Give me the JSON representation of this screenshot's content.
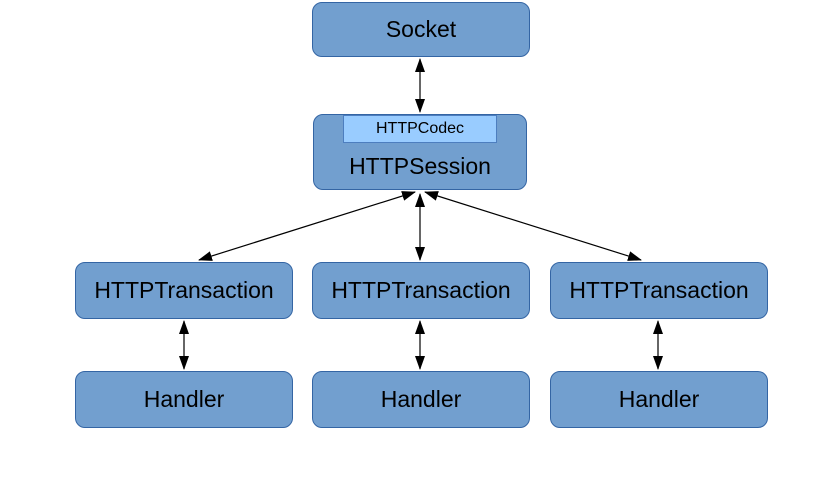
{
  "diagram": {
    "nodes": {
      "socket": {
        "label": "Socket"
      },
      "http_codec": {
        "label": "HTTPCodec"
      },
      "http_session": {
        "label": "HTTPSession"
      },
      "http_transaction_1": {
        "label": "HTTPTransaction"
      },
      "http_transaction_2": {
        "label": "HTTPTransaction"
      },
      "http_transaction_3": {
        "label": "HTTPTransaction"
      },
      "handler_1": {
        "label": "Handler"
      },
      "handler_2": {
        "label": "Handler"
      },
      "handler_3": {
        "label": "Handler"
      }
    },
    "edges": [
      {
        "from": "socket",
        "to": "http_session",
        "style": "bidirectional-arrow"
      },
      {
        "from": "http_session",
        "to": "http_transaction_1",
        "style": "bidirectional-arrow"
      },
      {
        "from": "http_session",
        "to": "http_transaction_2",
        "style": "bidirectional-arrow"
      },
      {
        "from": "http_session",
        "to": "http_transaction_3",
        "style": "bidirectional-arrow"
      },
      {
        "from": "http_transaction_1",
        "to": "handler_1",
        "style": "bidirectional-arrow"
      },
      {
        "from": "http_transaction_2",
        "to": "handler_2",
        "style": "bidirectional-arrow"
      },
      {
        "from": "http_transaction_3",
        "to": "handler_3",
        "style": "bidirectional-arrow"
      }
    ],
    "colors": {
      "node_fill": "#729fcf",
      "node_border": "#3465a4",
      "codec_fill": "#99ccff",
      "codec_border": "#4d7ebf",
      "arrow": "#000000",
      "text": "#000000",
      "background": "#ffffff"
    }
  }
}
